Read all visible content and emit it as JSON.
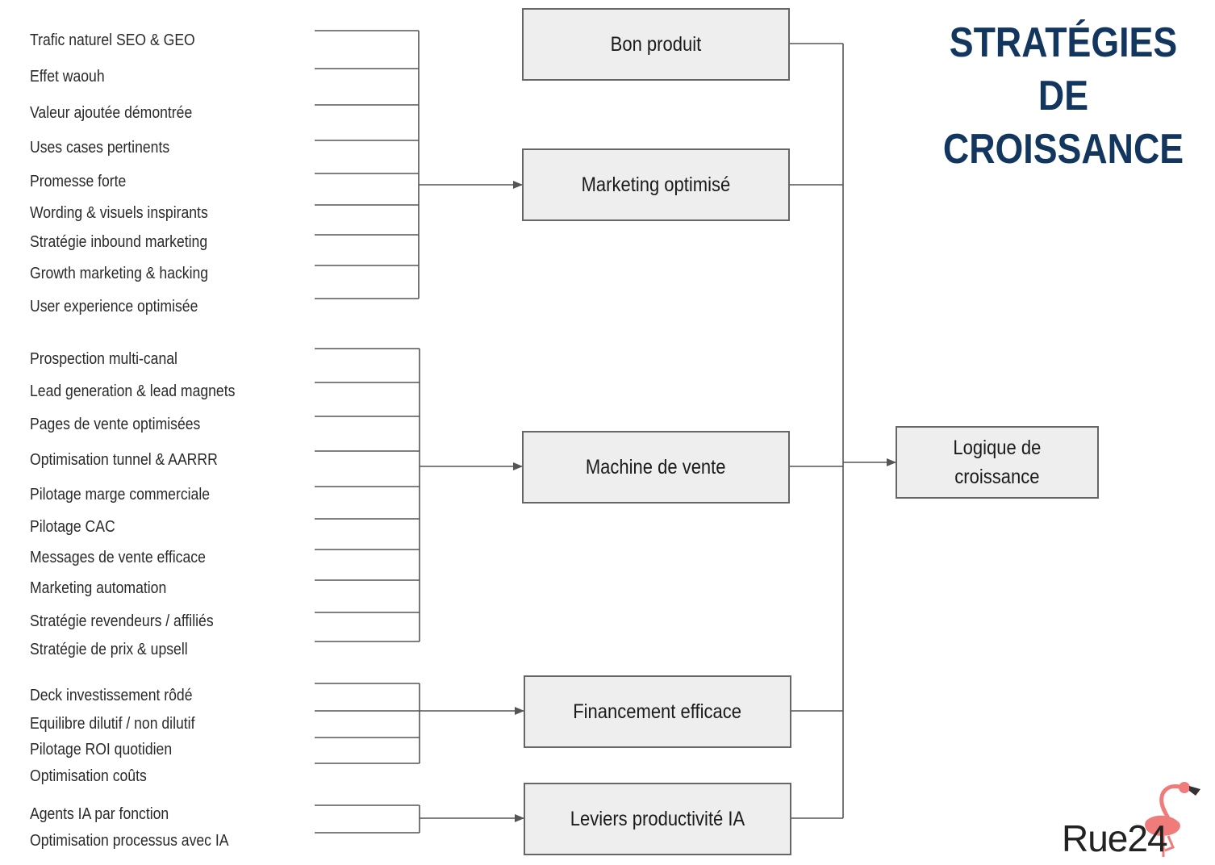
{
  "title": {
    "line1": "STRATÉGIES DE",
    "line2": "CROISSANCE"
  },
  "colors": {
    "title": "#12365e",
    "box_fill": "#eeeeee",
    "box_border": "#666666",
    "line": "#555555",
    "logo_bird": "#f07b7b"
  },
  "groups": [
    {
      "items": [
        "Trafic naturel SEO & GEO",
        "Effet waouh",
        "Valeur ajoutée démontrée",
        "Uses cases pertinents",
        "Promesse forte",
        "Wording & visuels inspirants",
        "Stratégie inbound marketing",
        "Growth marketing & hacking",
        "User experience optimisée"
      ]
    },
    {
      "items": [
        "Prospection multi-canal",
        "Lead generation & lead magnets",
        "Pages de vente optimisées",
        "Optimisation tunnel & AARRR",
        "Pilotage marge commerciale",
        "Pilotage CAC",
        "Messages de vente efficace",
        "Marketing automation",
        "Stratégie revendeurs / affiliés",
        "Stratégie de prix & upsell"
      ]
    },
    {
      "items": [
        "Deck investissement rôdé",
        "Equilibre dilutif / non dilutif",
        "Pilotage ROI quotidien",
        "Optimisation coûts"
      ]
    },
    {
      "items": [
        "Agents IA par fonction",
        "Optimisation processus avec IA"
      ]
    }
  ],
  "middle": [
    "Bon produit",
    "Marketing optimisé",
    "Machine de vente",
    "Financement efficace",
    "Leviers productivité IA"
  ],
  "result": {
    "line1": "Logique de",
    "line2": "croissance"
  },
  "logo": {
    "text": "Rue24",
    "icon": "flamingo-icon"
  }
}
